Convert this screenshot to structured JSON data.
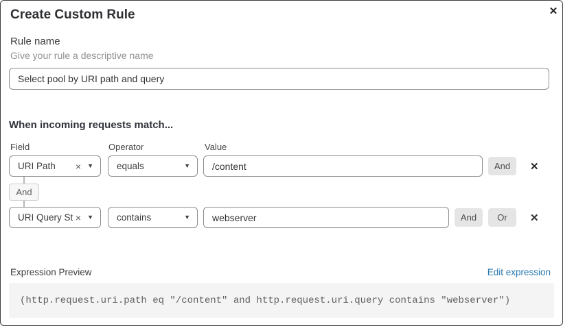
{
  "dialog": {
    "title": "Create Custom Rule"
  },
  "icons": {
    "close": "✕",
    "remove_row": "✕",
    "clear_selection": "×",
    "caret_down": "▼"
  },
  "rule_name": {
    "label": "Rule name",
    "helper": "Give your rule a descriptive name",
    "value": "Select pool by URI path and query"
  },
  "matcher": {
    "heading": "When incoming requests match...",
    "column_labels": {
      "field": "Field",
      "operator": "Operator",
      "value": "Value"
    },
    "connector_label": "And",
    "rows": [
      {
        "field": "URI Path",
        "operator": "equals",
        "value": "/content",
        "and_label": "And"
      },
      {
        "field": "URI Query St...",
        "operator": "contains",
        "value": "webserver",
        "and_label": "And",
        "or_label": "Or"
      }
    ]
  },
  "expression": {
    "label": "Expression Preview",
    "edit_link": "Edit expression",
    "code": "(http.request.uri.path eq \"/content\" and http.request.uri.query contains \"webserver\")"
  },
  "colors": {
    "link_blue": "#2878af",
    "button_gray": "#e5e5e5",
    "code_bg": "#f4f4f4",
    "border_dark": "#3a3d40",
    "control_border": "#8d8d8d"
  }
}
